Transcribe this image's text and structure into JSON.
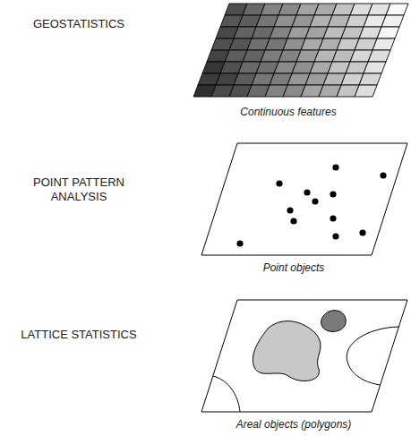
{
  "diagram": {
    "labels": [
      "GEOSTATISTICS",
      "Continuous features",
      "POINT PATTERN ANALYSIS",
      "Point objects",
      "LATTICE STATISTICS",
      "Areal objects (polygons)"
    ]
  }
}
